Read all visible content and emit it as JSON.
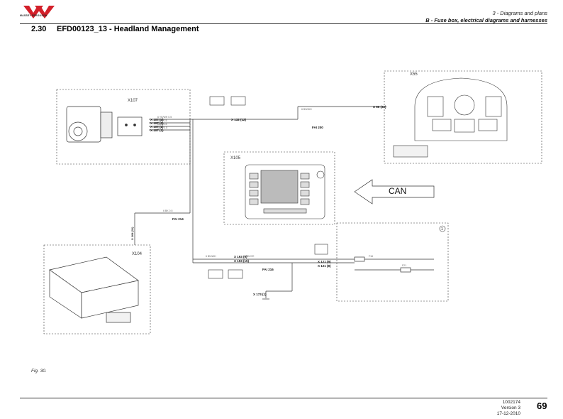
{
  "header": {
    "brand": "MASSEY FERGUSON",
    "section": "3 - Diagrams and plans",
    "subsection": "B - Fuse box, electrical diagrams and harnesses"
  },
  "title": {
    "number": "2.30",
    "text": "EFD00123_13 - Headland Management"
  },
  "diagram": {
    "components": {
      "x107": "X107",
      "x55": "X55",
      "x105": "X105",
      "x104": "X104"
    },
    "pins": {
      "x107_4": "X 107 (4)",
      "x107_3": "X 107 (3)",
      "x107_2": "X 107 (2)",
      "x107_1": "X 107 (1)",
      "x132_12": "X 132 (12)",
      "x56_32": "X 56 (32)",
      "x104_11": "X 104 (11)",
      "x193_6": "X 193 (6)",
      "x193_15": "X 193 (15)",
      "x121_9": "X 121 (9)",
      "x121_8": "X 121 (8)",
      "x173_1": "X 173 (1)"
    },
    "harness": {
      "fai214": "FAI 214",
      "fai216": "FAI 216",
      "fai200": "FAI 200"
    },
    "can_label": "CAN",
    "sheet_marker": "1"
  },
  "footer": {
    "fig": "Fig. 30.",
    "doc_id": "1002174",
    "version": "Version 3",
    "date": "17-12-2010",
    "page": "69"
  }
}
